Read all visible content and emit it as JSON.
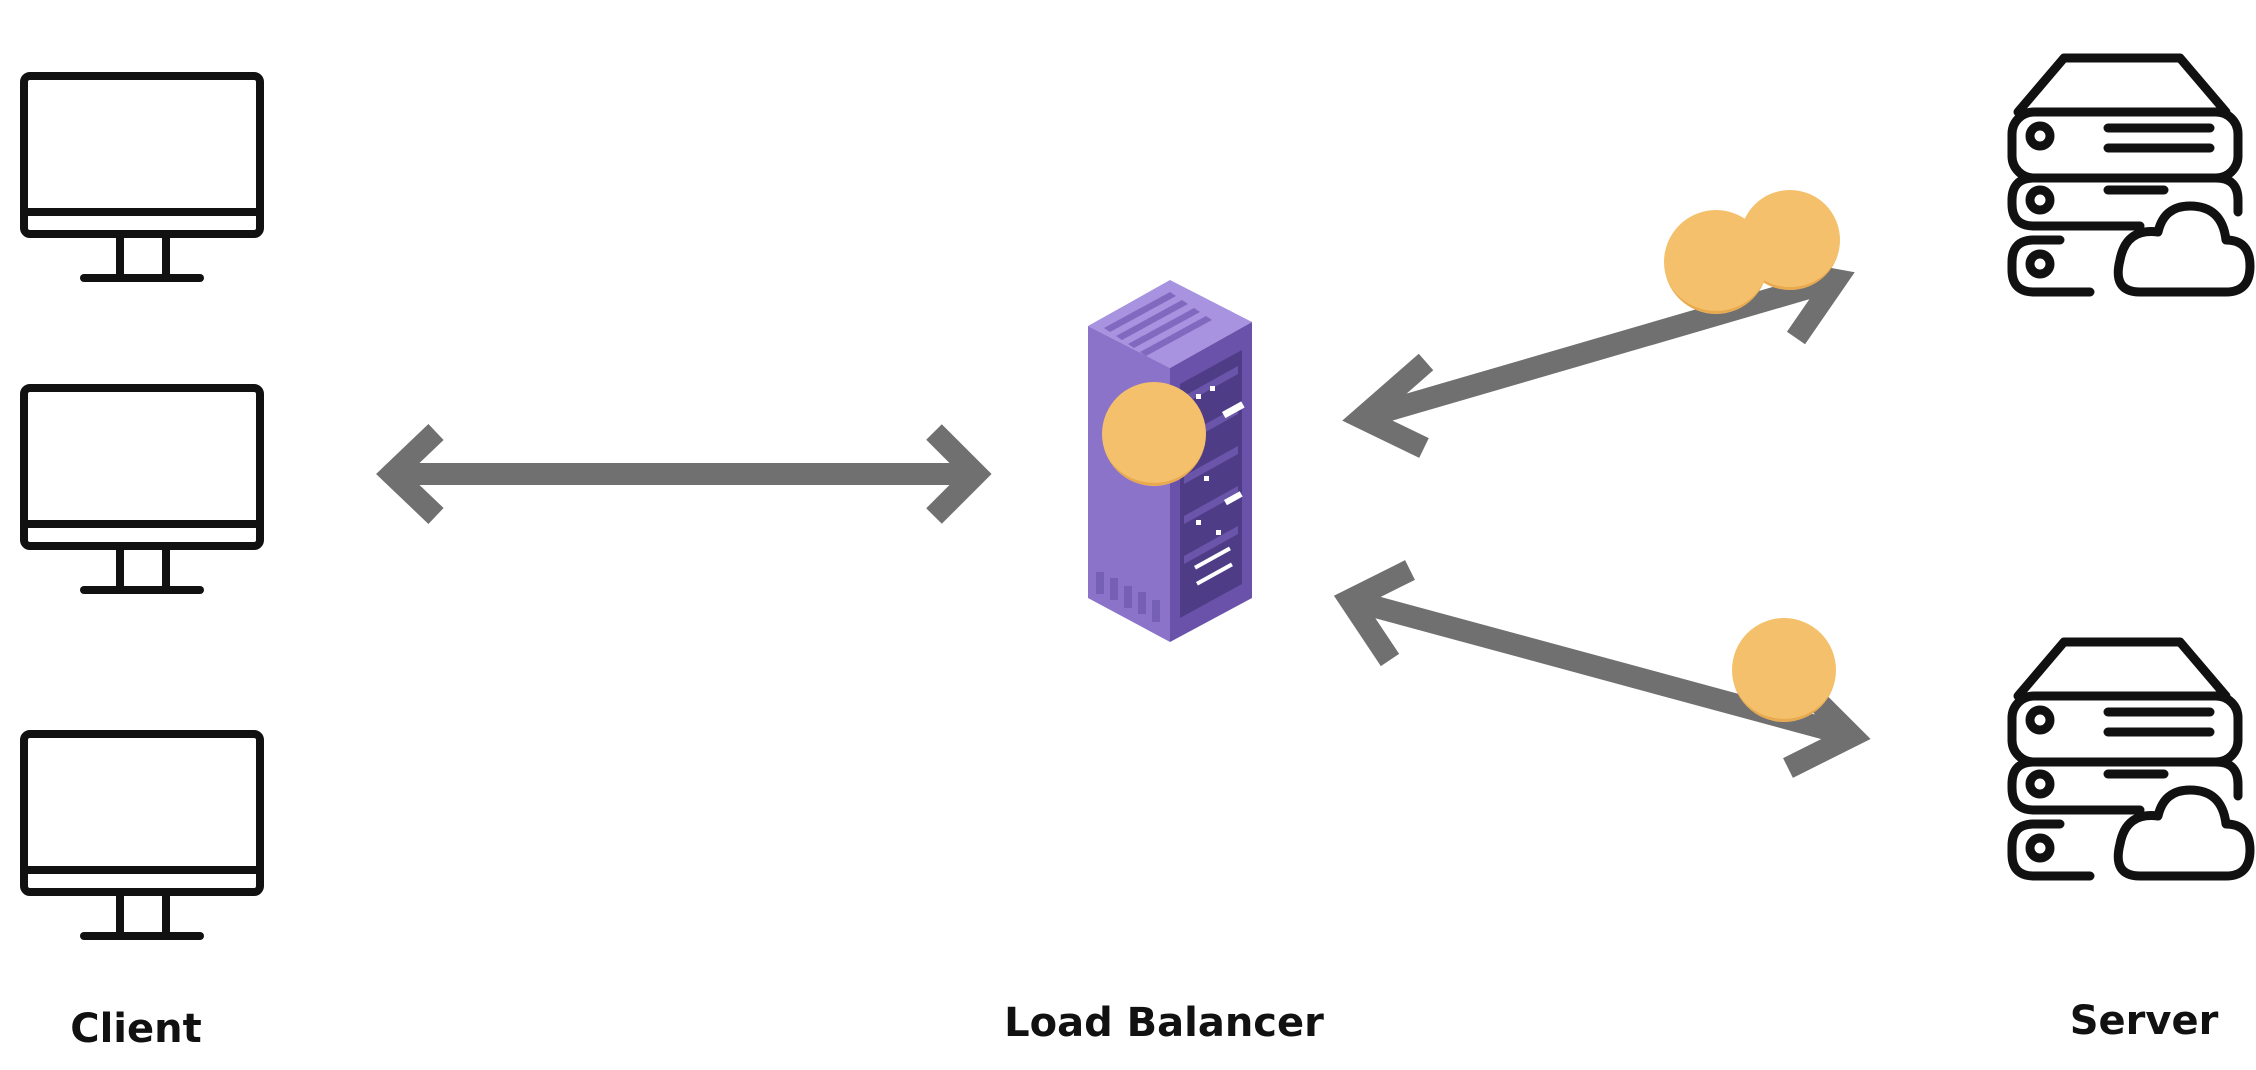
{
  "labels": {
    "client": "Client",
    "load_balancer": "Load Balancer",
    "server": "Server"
  },
  "colors": {
    "outline": "#111111",
    "arrow": "#707070",
    "token": "#f4c06b",
    "token_shadow": "#e8a94f",
    "rack_front": "#8a73c9",
    "rack_side": "#6a52aa",
    "rack_top": "#a793e0",
    "rack_panel": "#4e3d86"
  },
  "icons": {
    "client": "desktop-monitor-icon",
    "load_balancer": "server-rack-icon",
    "server": "cloud-server-icon",
    "token": "request-token-icon"
  }
}
